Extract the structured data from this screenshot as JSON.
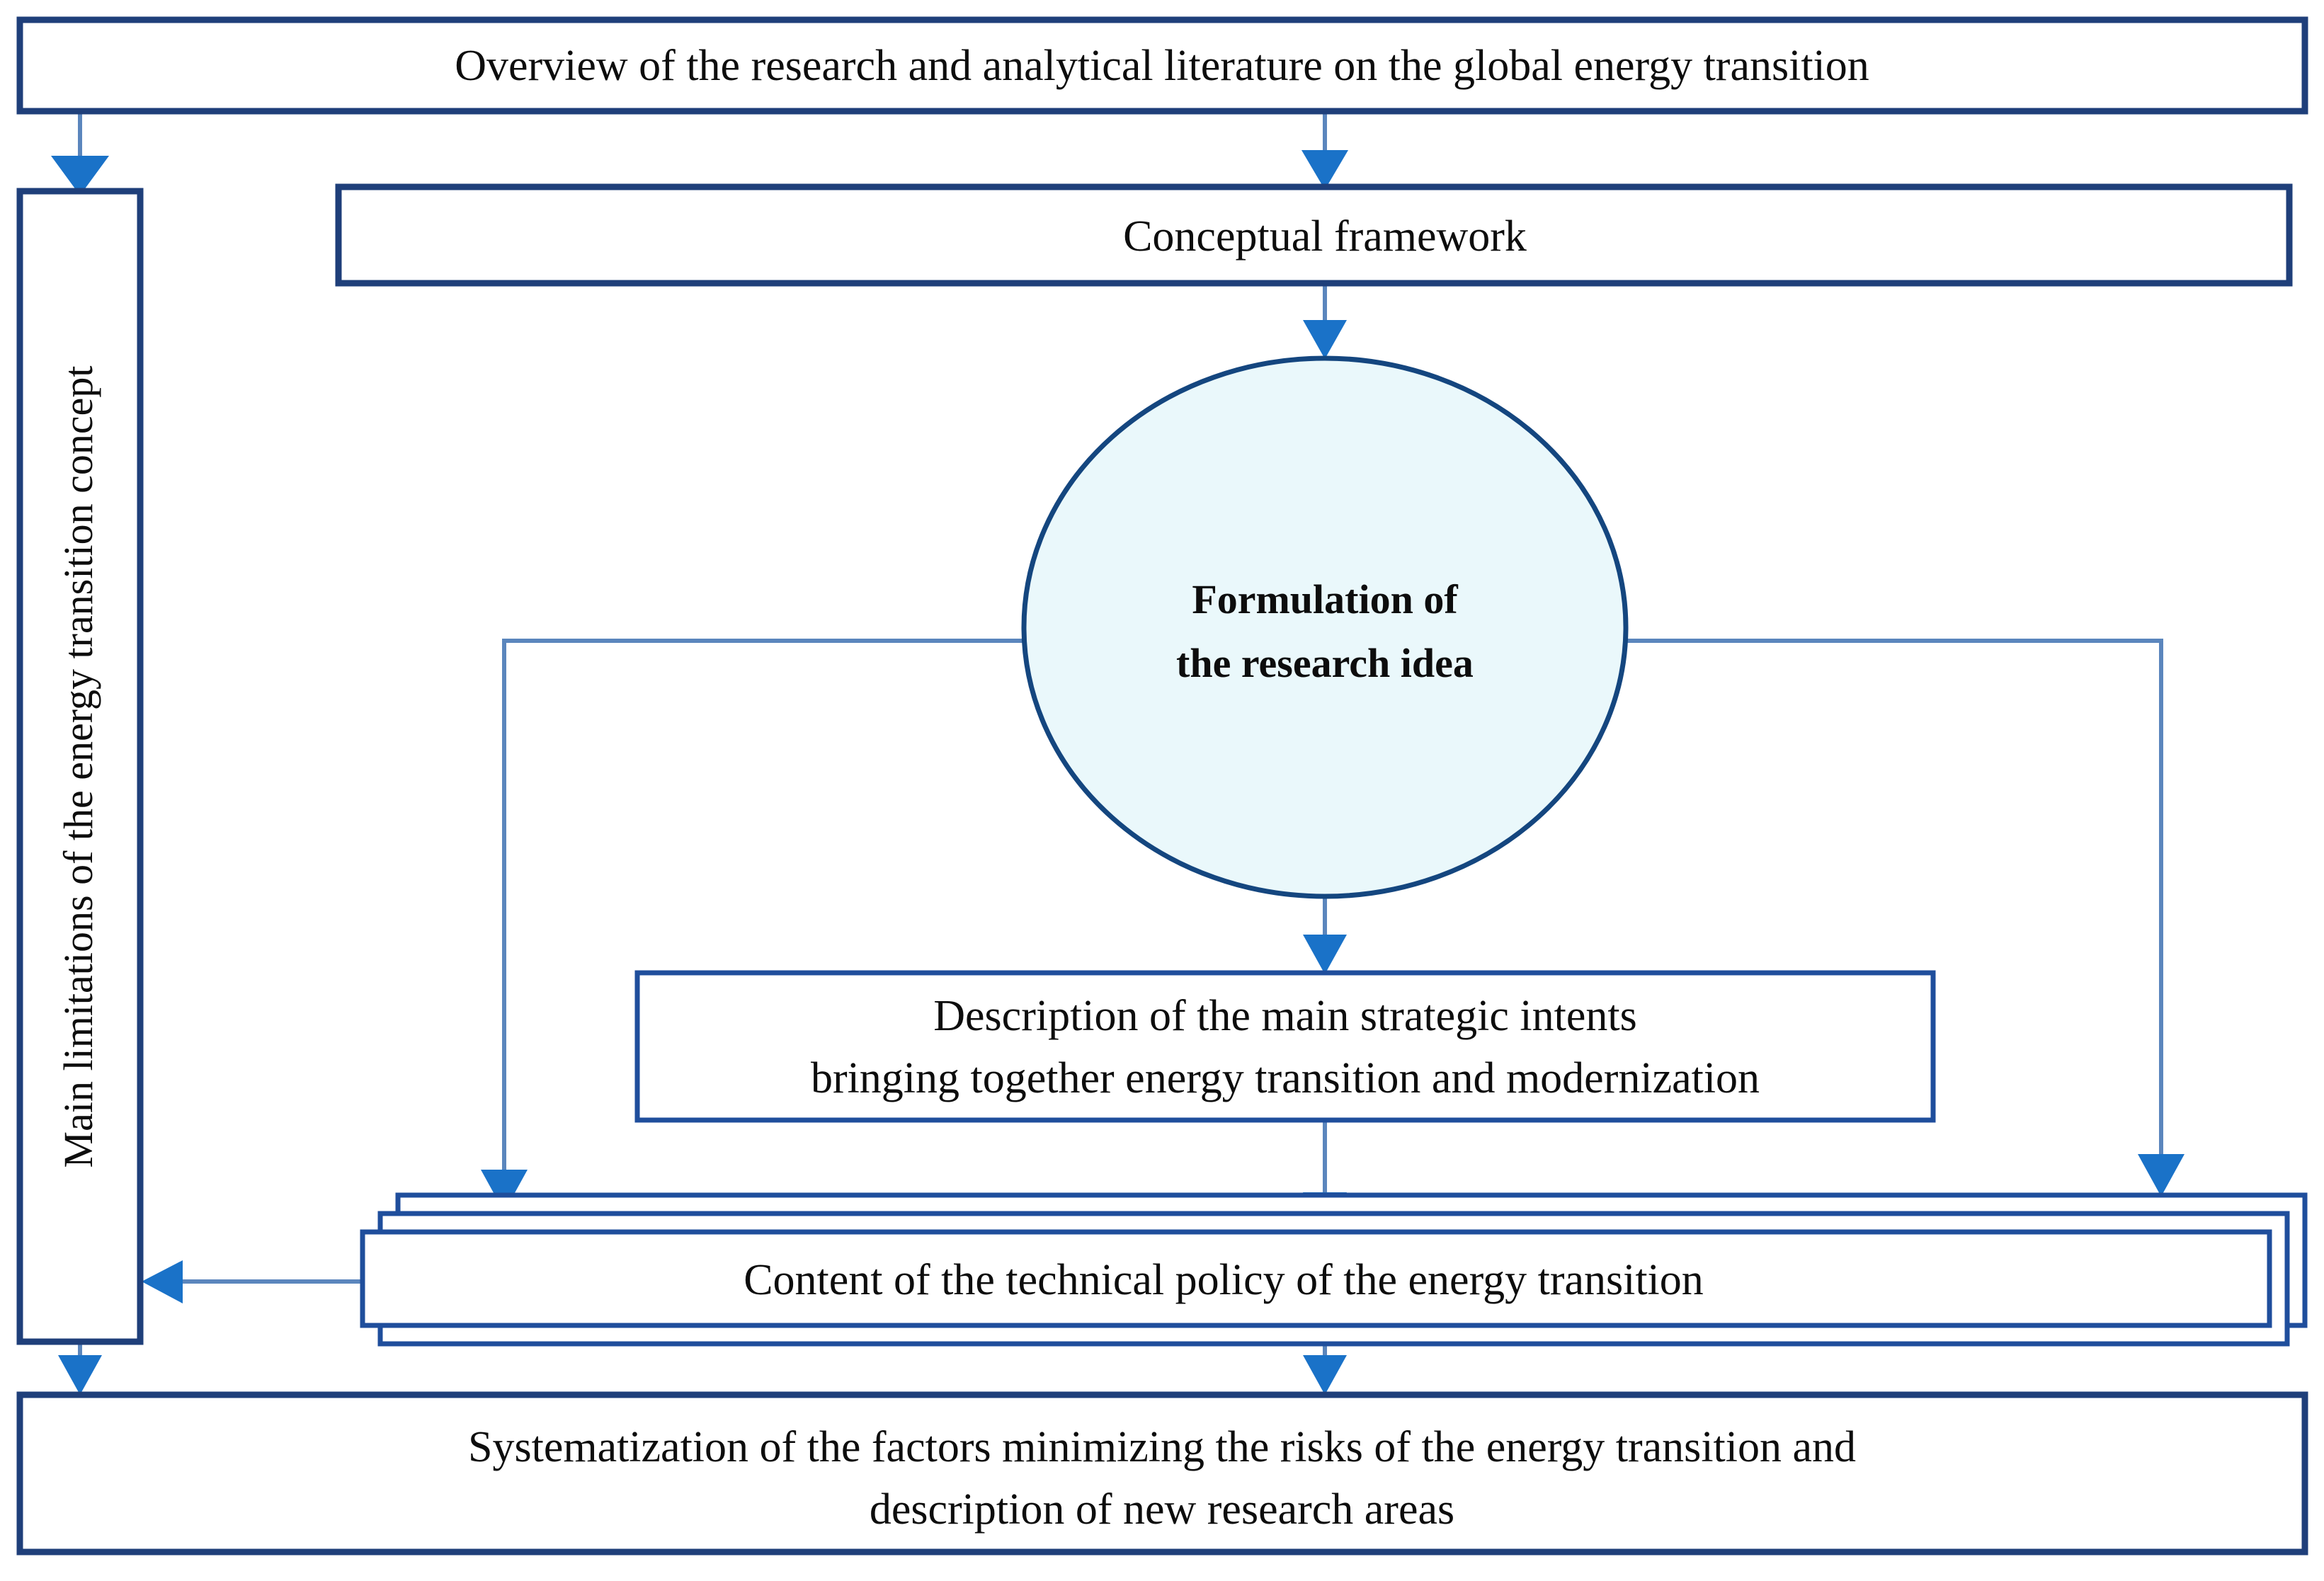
{
  "diagram": {
    "title": "Research flow diagram of the global energy transition study",
    "colors": {
      "box_border": "#1f3f7a",
      "box_border_thin": "#1f4e9c",
      "box_fill": "#ffffff",
      "circle_fill": "#eaf8fb",
      "circle_border": "#14467f",
      "connector_line": "#5b86bd",
      "arrowhead": "#1a72c8",
      "text": "#0d0d0d",
      "background": "#ffffff"
    },
    "nodes": {
      "literature_overview": {
        "label": "Overview of the research and analytical literature on  the global energy transition",
        "shape": "rectangle"
      },
      "limitations": {
        "label": "Main limitations of the energy transition concept",
        "shape": "rectangle",
        "orientation": "vertical-bottom-to-top"
      },
      "conceptual_framework": {
        "label": "Conceptual framework",
        "shape": "rectangle"
      },
      "research_idea": {
        "line1": "Formulation of",
        "line2": "the research idea",
        "shape": "circle",
        "emphasis": "bold"
      },
      "strategic_intents": {
        "line1": "Description of the main strategic intents",
        "line2": "bringing together energy transition and modernization",
        "shape": "rectangle"
      },
      "technical_policy": {
        "label": "Content of the technical policy of the energy transition",
        "shape": "stacked-rectangles",
        "stack_count": 3
      },
      "systematization": {
        "line1": "Systematization of the factors minimizing the risks of the energy transition and",
        "line2": "description of new research areas",
        "shape": "rectangle"
      }
    },
    "connectors": [
      {
        "name": "literature-to-limitations",
        "from": "literature_overview",
        "to": "limitations",
        "style": "straight-down-arrow"
      },
      {
        "name": "literature-to-framework",
        "from": "literature_overview",
        "to": "conceptual_framework",
        "style": "straight-down-arrow"
      },
      {
        "name": "framework-to-idea",
        "from": "conceptual_framework",
        "to": "research_idea",
        "style": "straight-down-arrow"
      },
      {
        "name": "idea-to-strategic-intents",
        "from": "research_idea",
        "to": "strategic_intents",
        "style": "straight-down-arrow"
      },
      {
        "name": "idea-left-elbow-to-technical-policy",
        "from": "research_idea",
        "to": "technical_policy",
        "style": "elbow-left-down-arrow"
      },
      {
        "name": "idea-right-elbow-to-technical-policy",
        "from": "research_idea",
        "to": "technical_policy",
        "style": "elbow-right-down-arrow"
      },
      {
        "name": "strategic-intents-to-technical-policy",
        "from": "strategic_intents",
        "to": "technical_policy",
        "style": "straight-down-arrow"
      },
      {
        "name": "technical-policy-to-limitations",
        "from": "technical_policy",
        "to": "limitations",
        "style": "straight-left-arrow"
      },
      {
        "name": "technical-policy-to-systematization",
        "from": "technical_policy",
        "to": "systematization",
        "style": "straight-down-arrow"
      },
      {
        "name": "limitations-to-systematization",
        "from": "limitations",
        "to": "systematization",
        "style": "straight-down-arrow"
      }
    ]
  }
}
